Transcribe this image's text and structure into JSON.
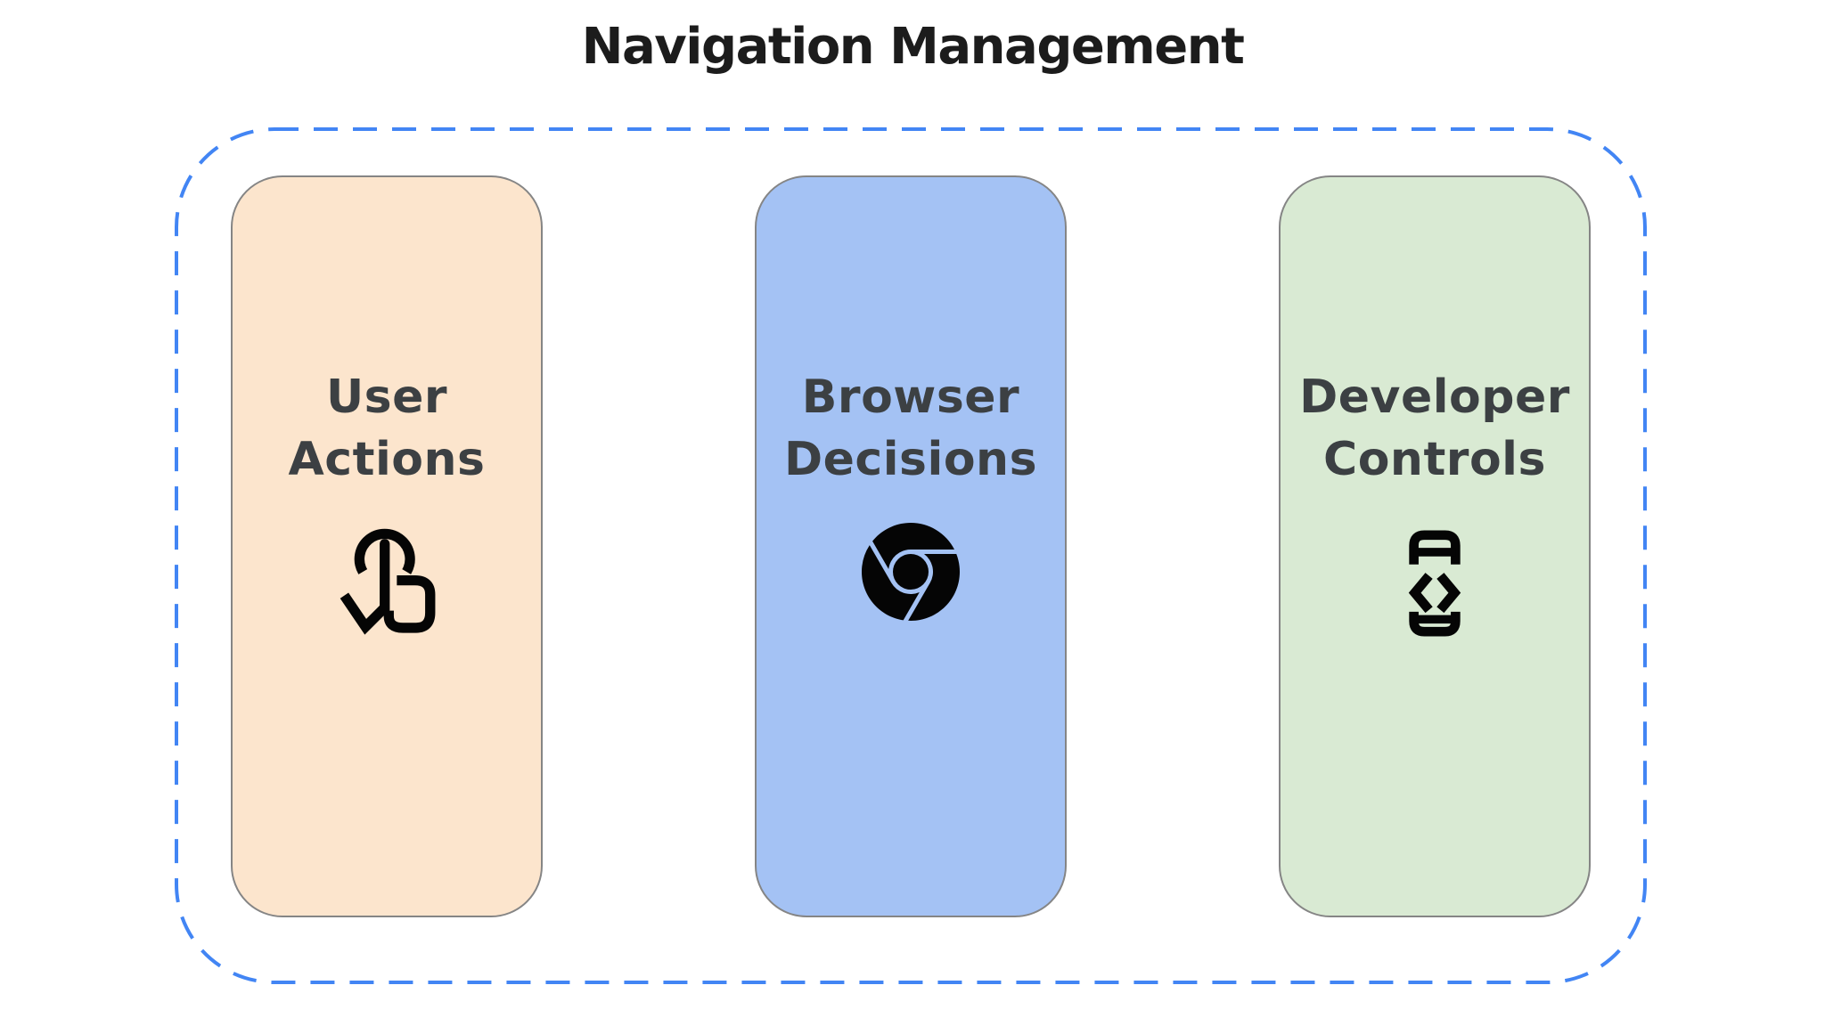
{
  "title": "Navigation Management",
  "cards": [
    {
      "id": "user-actions",
      "lines": [
        "User",
        "Actions"
      ],
      "icon": "touch-icon"
    },
    {
      "id": "browser-decisions",
      "lines": [
        "Browser",
        "Decisions"
      ],
      "icon": "chrome-icon"
    },
    {
      "id": "developer-controls",
      "lines": [
        "Developer",
        "Controls"
      ],
      "icon": "developer-mode-icon"
    }
  ],
  "colors": {
    "canvas_bg": "#ffffff",
    "title_text": "#1c1c1c",
    "label_text": "#3c4043",
    "card_user_bg": "#fce5cd",
    "card_browser_bg": "#a4c2f4",
    "card_developer_bg": "#d9ead3",
    "card_border": "#858585",
    "dashed_border": "#4285f4",
    "icon_color": "#050505"
  }
}
